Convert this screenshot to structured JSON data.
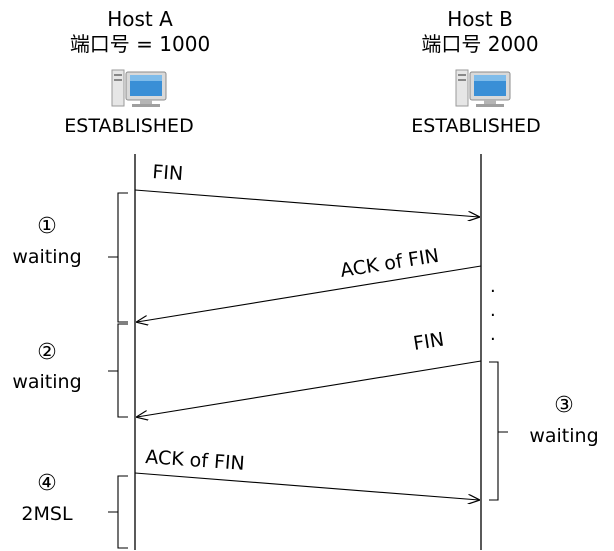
{
  "host_a": {
    "name": "Host A",
    "port": "端口号 = 1000",
    "state": "ESTABLISHED"
  },
  "host_b": {
    "name": "Host B",
    "port": "端口号 2000",
    "state": "ESTABLISHED"
  },
  "messages": {
    "fin_a": "FIN",
    "ack_b": "ACK of FIN",
    "fin_b": "FIN",
    "ack_a": "ACK of FIN"
  },
  "phases": {
    "p1_num": "①",
    "p1_label": "waiting",
    "p2_num": "②",
    "p2_label": "waiting",
    "p3_num": "③",
    "p3_label": "waiting",
    "p4_num": "④",
    "p4_label": "2MSL"
  },
  "icons": [
    "computer-icon",
    "computer-icon"
  ],
  "colors": {
    "line": "#000000",
    "screen": "#3a8fd6",
    "case": "#d8d8d8"
  }
}
